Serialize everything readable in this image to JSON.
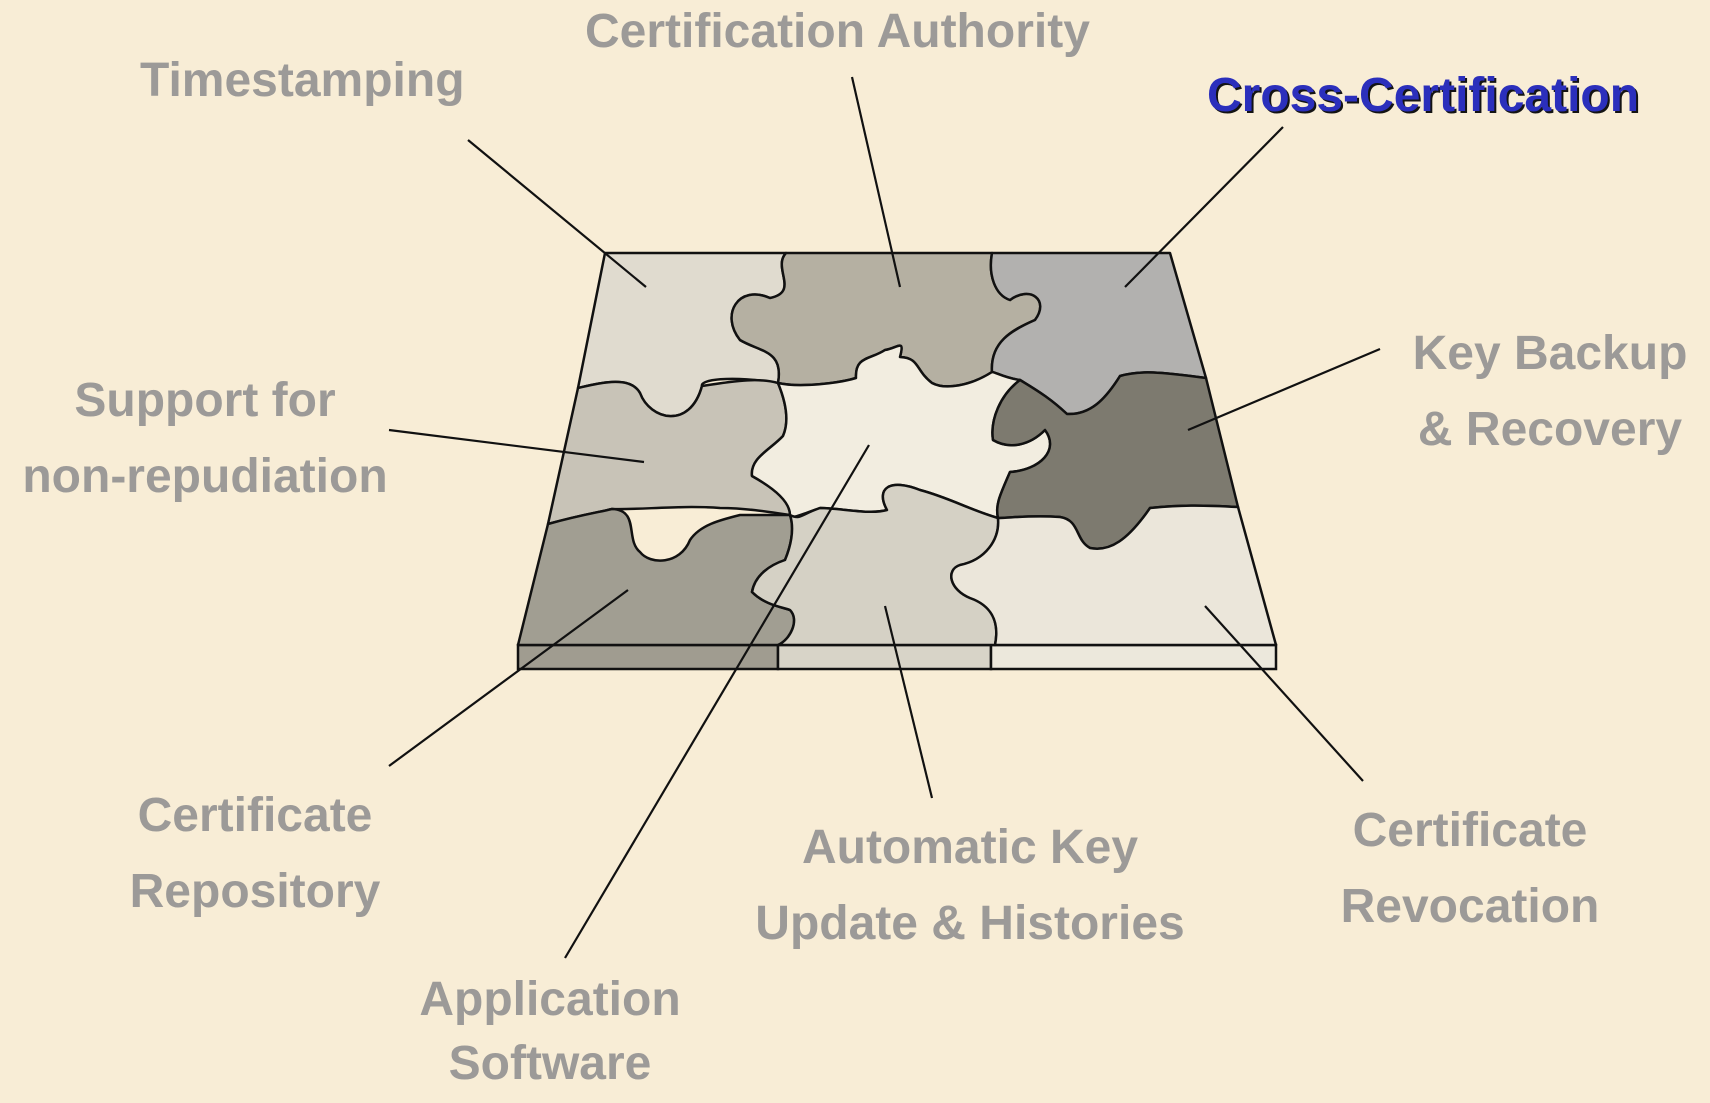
{
  "labels": {
    "timestamping": "Timestamping",
    "certification_authority": "Certification Authority",
    "cross_certification": "Cross-Certification",
    "key_backup": [
      "Key Backup",
      "& Recovery"
    ],
    "non_repudiation": [
      "Support for",
      "non-repudiation"
    ],
    "certificate_repository": [
      "Certificate",
      "Repository"
    ],
    "application_software": [
      "Application",
      "Software"
    ],
    "automatic_key_update": [
      "Automatic Key",
      "Update & Histories"
    ],
    "certificate_revocation": [
      "Certificate",
      "Revocation"
    ]
  },
  "highlighted_label": "cross_certification",
  "colors": {
    "background": "#f8edd6",
    "label_text": "#9c9a98",
    "highlight_text": "#2b2fbc",
    "outline": "#111111",
    "piece_timestamping": "#e0dbcf",
    "piece_certification_authority": "#b5b0a2",
    "piece_cross_certification": "#b2b1af",
    "piece_non_repudiation": "#c8c3b7",
    "piece_center": "#f2ede0",
    "piece_key_backup": "#7d7a6f",
    "piece_certificate_repository": "#a19e92",
    "piece_automatic_key_update": "#d5d1c5",
    "piece_certificate_revocation": "#ebe6da"
  }
}
